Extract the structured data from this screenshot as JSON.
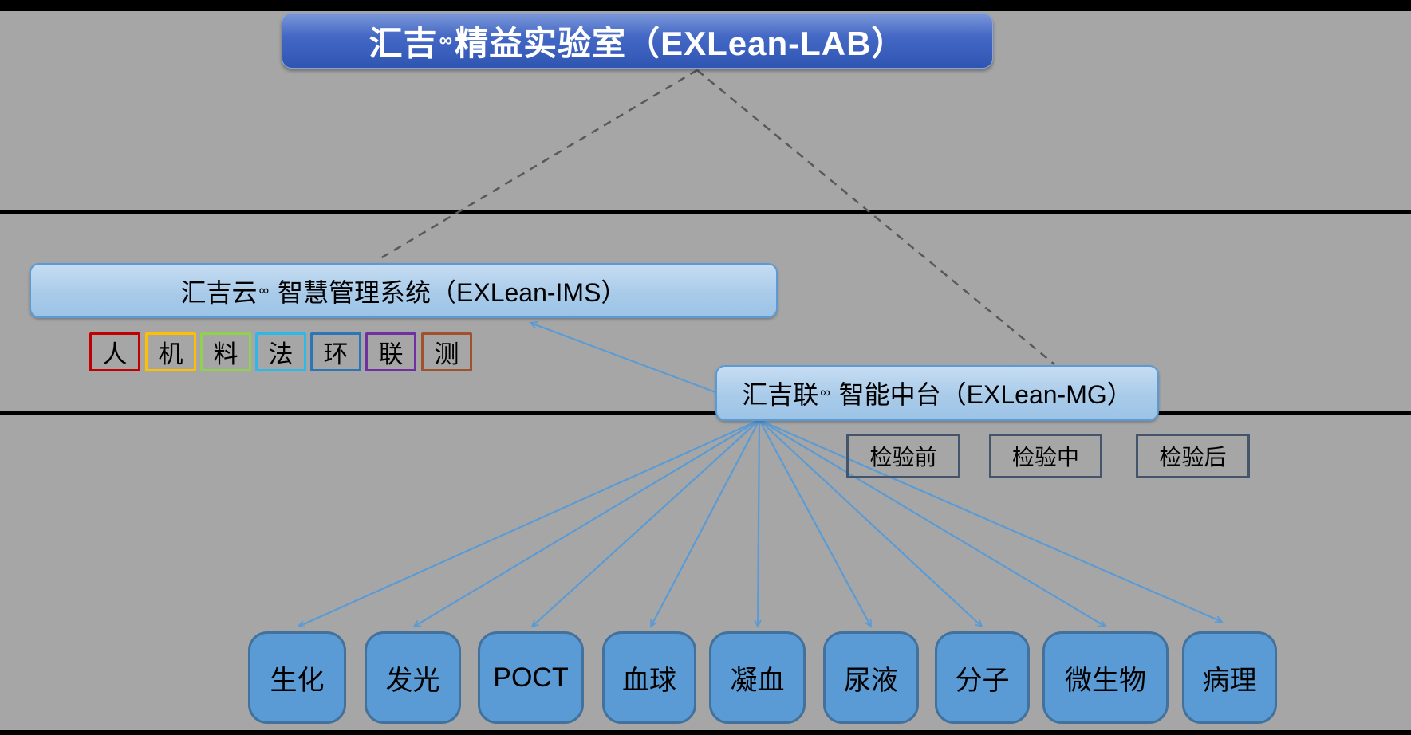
{
  "slide": {
    "background_color": "#a6a6a6",
    "divider_color": "#000000"
  },
  "banner": {
    "prefix": "汇吉",
    "sup": "∞",
    "suffix": "精益实验室（EXLean-LAB）",
    "fill_top": "#7b97d9",
    "fill_bottom": "#2f55b2",
    "text_color": "#ffffff"
  },
  "ims": {
    "prefix": "汇吉云",
    "sup": "∞",
    "suffix": " 智慧管理系统（EXLean-IMS）",
    "fill": "#a9cbe9",
    "border_color": "#5b9bd5"
  },
  "mg": {
    "prefix": "汇吉联",
    "sup": "∞",
    "suffix": " 智能中台（EXLean-MG）",
    "fill": "#a9cbe9",
    "border_color": "#5b9bd5"
  },
  "factors": [
    {
      "label": "人",
      "border_color": "#c00000"
    },
    {
      "label": "机",
      "border_color": "#ffc000"
    },
    {
      "label": "料",
      "border_color": "#92d050"
    },
    {
      "label": "法",
      "border_color": "#2db8e8"
    },
    {
      "label": "环",
      "border_color": "#2e75b6"
    },
    {
      "label": "联",
      "border_color": "#7030a0"
    },
    {
      "label": "测",
      "border_color": "#a0522d"
    }
  ],
  "phases": [
    {
      "label": "检验前"
    },
    {
      "label": "检验中"
    },
    {
      "label": "检验后"
    }
  ],
  "phase_border_color": "#44546a",
  "disciplines": [
    {
      "label": "生化"
    },
    {
      "label": "发光"
    },
    {
      "label": "POCT"
    },
    {
      "label": "血球"
    },
    {
      "label": "凝血"
    },
    {
      "label": "尿液"
    },
    {
      "label": "分子"
    },
    {
      "label": "微生物"
    },
    {
      "label": "病理"
    }
  ],
  "discipline_fill": "#5b9bd5",
  "discipline_border_color": "#41719c",
  "connector_colors": {
    "dashed_line": "#595959",
    "arrow_line": "#5b9bd5"
  },
  "edges": [
    {
      "from": "lab-banner",
      "to": "ims-box",
      "style": "dashed"
    },
    {
      "from": "lab-banner",
      "to": "mg-box",
      "style": "dashed"
    },
    {
      "from": "mg-box",
      "to": "ims-box",
      "style": "arrow"
    },
    {
      "from": "mg-box",
      "to": "discipline-生化",
      "style": "arrow"
    },
    {
      "from": "mg-box",
      "to": "discipline-发光",
      "style": "arrow"
    },
    {
      "from": "mg-box",
      "to": "discipline-POCT",
      "style": "arrow"
    },
    {
      "from": "mg-box",
      "to": "discipline-血球",
      "style": "arrow"
    },
    {
      "from": "mg-box",
      "to": "discipline-凝血",
      "style": "arrow"
    },
    {
      "from": "mg-box",
      "to": "discipline-尿液",
      "style": "arrow"
    },
    {
      "from": "mg-box",
      "to": "discipline-分子",
      "style": "arrow"
    },
    {
      "from": "mg-box",
      "to": "discipline-微生物",
      "style": "arrow"
    },
    {
      "from": "mg-box",
      "to": "discipline-病理",
      "style": "arrow"
    }
  ]
}
